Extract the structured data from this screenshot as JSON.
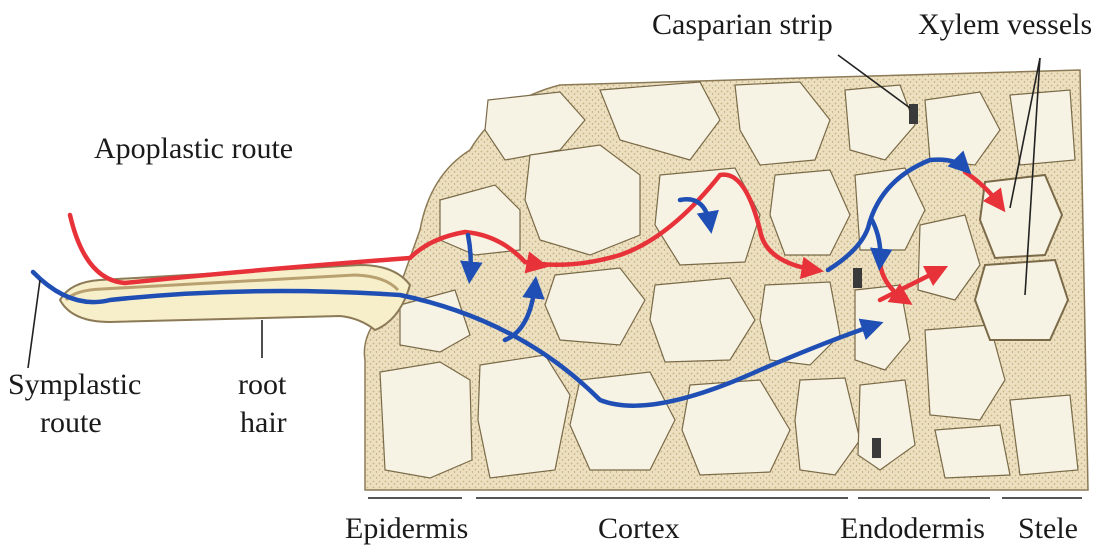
{
  "labels": {
    "casparian_strip": "Casparian strip",
    "xylem_vessels": "Xylem vessels",
    "apoplastic_route": "Apoplastic route",
    "symplastic_route_line1": "Symplastic",
    "symplastic_route_line2": "route",
    "root_hair_line1": "root",
    "root_hair_line2": "hair",
    "epidermis": "Epidermis",
    "cortex": "Cortex",
    "endodermis": "Endodermis",
    "stele": "Stele"
  },
  "colors": {
    "apoplastic": "#e8323a",
    "symplastic": "#1f4fb4",
    "cell_wall": "#ece0c0",
    "cell_wall_stipple": "#c9b486",
    "cytoplasm": "#f4f0df",
    "tissue": "#fbf7e8",
    "root_hair": "#f7efc9",
    "casparian": "#3a3a3a"
  }
}
